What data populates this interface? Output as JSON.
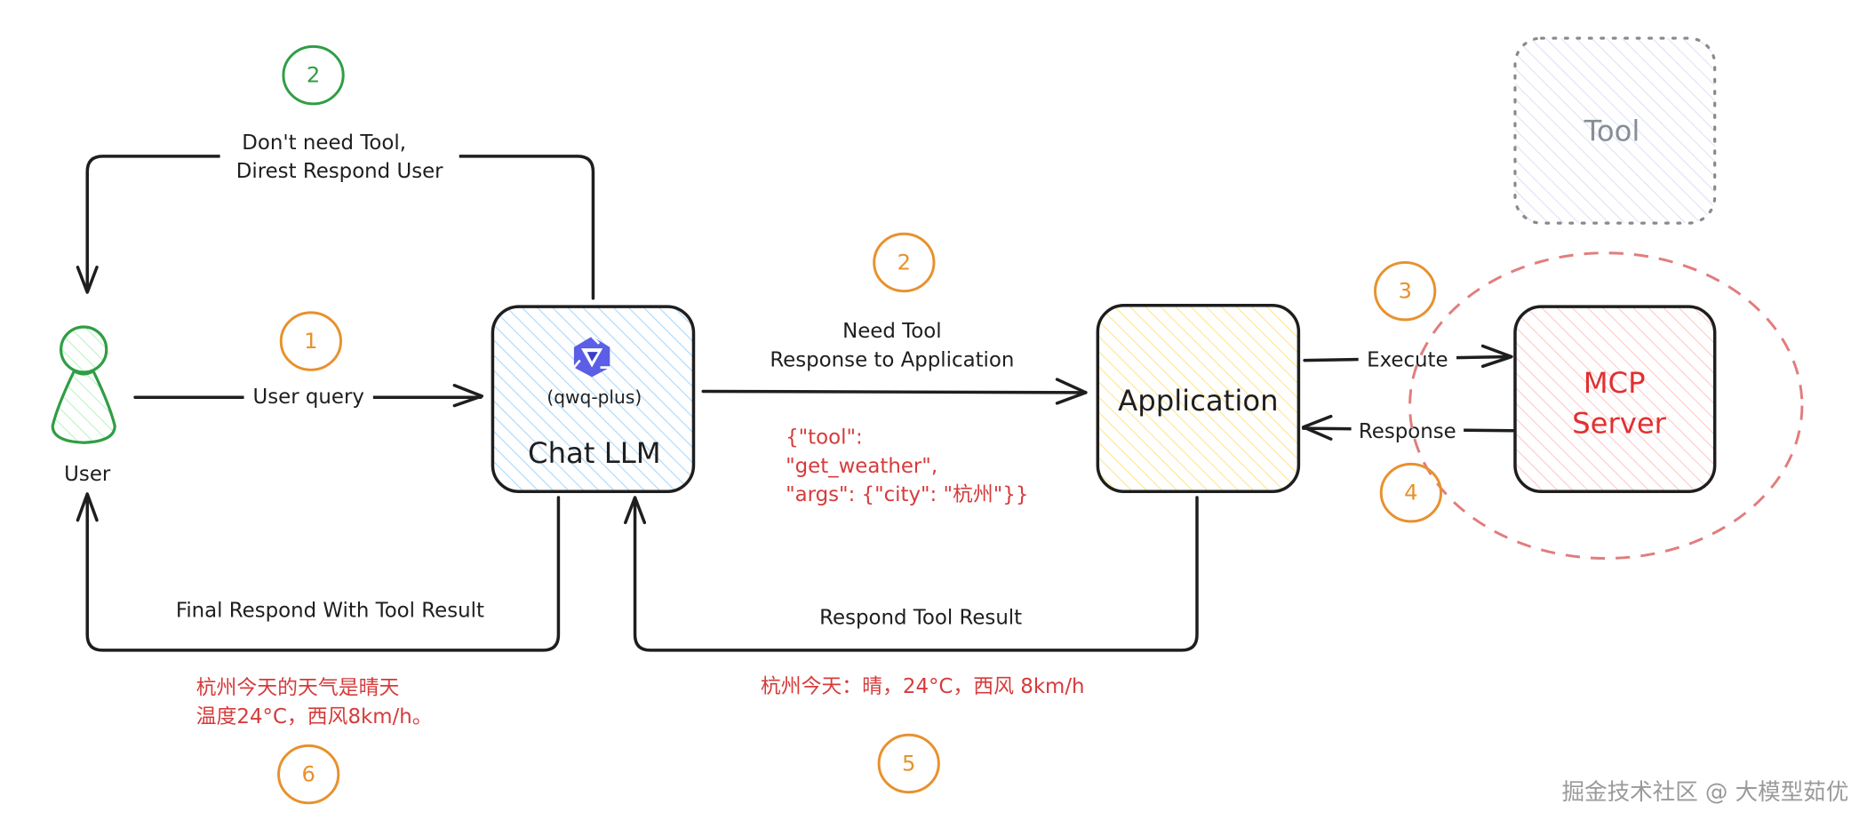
{
  "nodes": {
    "user": {
      "label": "User",
      "color": "#2f9e44",
      "hatch": "#b2f2bb"
    },
    "chat_llm": {
      "title": "Chat LLM",
      "model": "(qwq-plus)",
      "logo": "qwen-logo-icon",
      "hatch": "#a5d8ff"
    },
    "application": {
      "title": "Application",
      "hatch": "#ffec99"
    },
    "mcp_server": {
      "line1": "MCP",
      "line2": "Server",
      "text_color": "#e03131",
      "hatch": "#ffc9c9",
      "boundary_color": "#e17d7d"
    },
    "tool": {
      "title": "Tool",
      "text_color": "#868e96",
      "hatch": "#d0d6f5"
    }
  },
  "edges": {
    "user_query": {
      "label": "User query"
    },
    "dont_need_tool": {
      "line1": "Don't need Tool,",
      "line2": "Direst Respond User"
    },
    "need_tool": {
      "line1": "Need Tool",
      "line2": "Response to Application"
    },
    "execute": {
      "label": "Execute"
    },
    "response": {
      "label": "Response"
    },
    "respond_tool_result": {
      "label": "Respond Tool Result"
    },
    "final_respond": {
      "label": "Final Respond With Tool Result"
    }
  },
  "steps": [
    {
      "id": "step-1",
      "num": "1",
      "color": "#e8912d"
    },
    {
      "id": "step-2-direct",
      "num": "2",
      "color": "#2f9e44"
    },
    {
      "id": "step-2-tool",
      "num": "2",
      "color": "#e8912d"
    },
    {
      "id": "step-3",
      "num": "3",
      "color": "#e8912d"
    },
    {
      "id": "step-4",
      "num": "4",
      "color": "#e8912d"
    },
    {
      "id": "step-5",
      "num": "5",
      "color": "#e8912d"
    },
    {
      "id": "step-6",
      "num": "6",
      "color": "#e8912d"
    }
  ],
  "notes": {
    "tool_call": [
      "{\"tool\":",
      "\"get_weather\",",
      "\"args\": {\"city\": \"杭州\"}}"
    ],
    "tool_result": "杭州今天：晴，24°C，西风 8km/h",
    "final_answer": [
      "杭州今天的天气是晴天",
      "温度24°C，西风8km/h。"
    ]
  },
  "watermark": "掘金技术社区 @ 大模型茹优"
}
